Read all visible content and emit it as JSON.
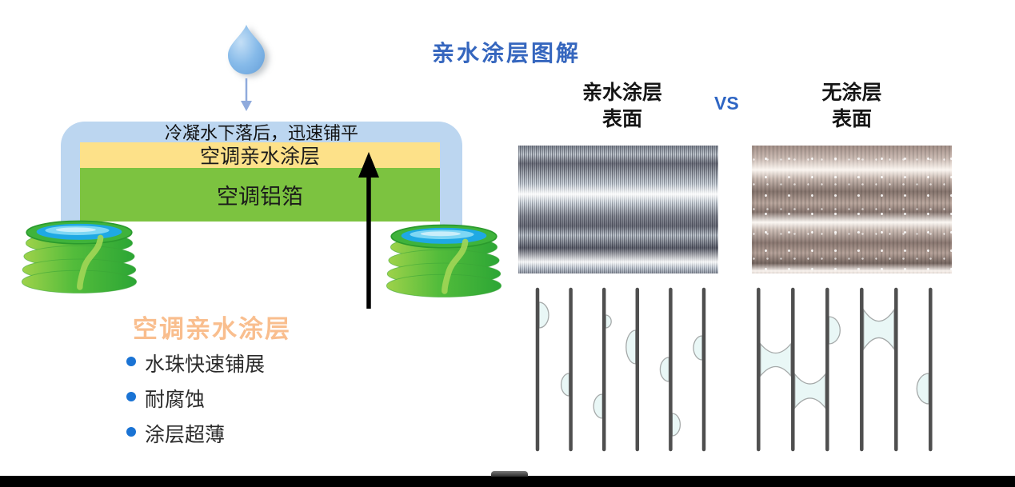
{
  "title": "亲水涂层图解",
  "colors": {
    "title_blue": "#3566BE",
    "vs_blue": "#2F66C4",
    "heading_orange": "#F9BE8E",
    "bullet_blue": "#1A73D4",
    "water_film_blue": "#BCD6F0",
    "coating_yellow": "#FDE189",
    "foil_green": "#7CC340",
    "barrel_green": "#46B53C",
    "bucket_water_cyan": "#29A8E0",
    "fin_gray": "#4F4F4F",
    "droplet_fill": "#E9F7F6"
  },
  "layer_diagram": {
    "droplet_icon": "water-drop",
    "condensate_label": "冷凝水下落后，迅速铺平",
    "coating_label": "空调亲水涂层",
    "foil_label": "空调铝箔"
  },
  "features": {
    "heading": "空调亲水涂层",
    "bullets": [
      "水珠快速铺展",
      "耐腐蚀",
      "涂层超薄"
    ]
  },
  "comparison": {
    "left_label": [
      "亲水涂层",
      "表面"
    ],
    "vs_label": "VS",
    "right_label": [
      "无涂层",
      "表面"
    ]
  },
  "fin_diagrams": {
    "coated": {
      "fin_count": 6,
      "droplets": [
        {
          "fin": 0,
          "side": "right",
          "y": 0.16,
          "rx": 12,
          "ry": 16
        },
        {
          "fin": 1,
          "side": "left",
          "y": 0.595,
          "rx": 10,
          "ry": 14
        },
        {
          "fin": 2,
          "side": "right",
          "y": 0.2,
          "rx": 7,
          "ry": 8
        },
        {
          "fin": 2,
          "side": "left",
          "y": 0.73,
          "rx": 11,
          "ry": 15
        },
        {
          "fin": 3,
          "side": "left",
          "y": 0.36,
          "rx": 12,
          "ry": 21
        },
        {
          "fin": 4,
          "side": "left",
          "y": 0.5,
          "rx": 11,
          "ry": 15
        },
        {
          "fin": 4,
          "side": "right",
          "y": 0.845,
          "rx": 10,
          "ry": 14
        },
        {
          "fin": 5,
          "side": "left",
          "y": 0.365,
          "rx": 11,
          "ry": 15
        }
      ],
      "bridges": []
    },
    "uncoated": {
      "fin_count": 6,
      "droplets": [
        {
          "fin": 2,
          "side": "right",
          "y": 0.255,
          "rx": 14,
          "ry": 17
        },
        {
          "fin": 5,
          "side": "left",
          "y": 0.62,
          "rx": 15,
          "ry": 19
        }
      ],
      "bridges": [
        {
          "between": [
            0,
            1
          ],
          "y": 0.44,
          "h": 0.2
        },
        {
          "between": [
            1,
            2
          ],
          "y": 0.635,
          "h": 0.21
        },
        {
          "between": [
            3,
            4
          ],
          "y": 0.25,
          "h": 0.245
        }
      ]
    }
  }
}
